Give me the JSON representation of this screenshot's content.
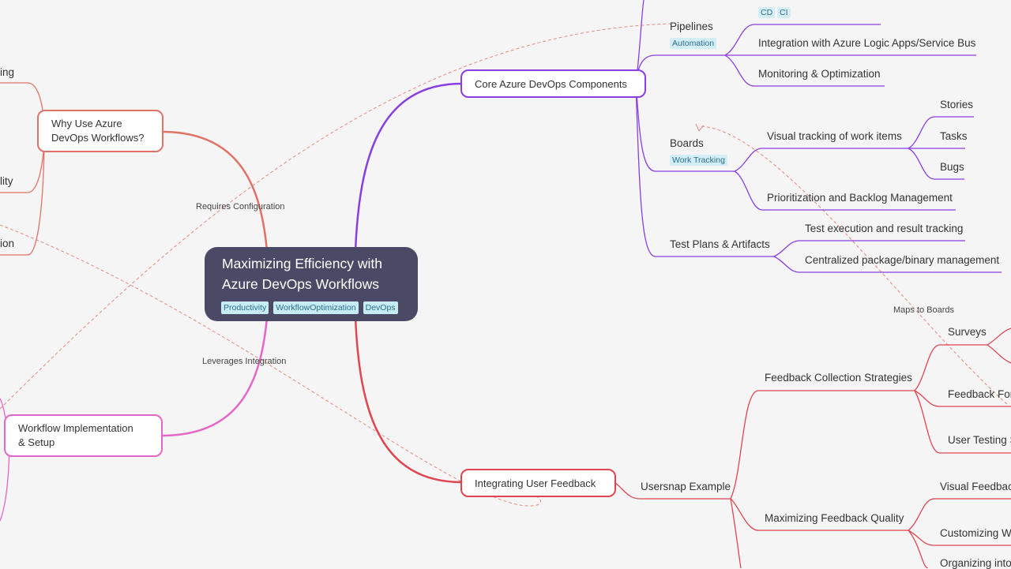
{
  "central": {
    "title_line1": "Maximizing Efficiency with",
    "title_line2": "Azure DevOps Workflows",
    "tags": [
      "Productivity",
      "WorkflowOptimization",
      "DevOps"
    ]
  },
  "branches": {
    "why": {
      "line1": "Why Use Azure",
      "line2": "DevOps Workflows?"
    },
    "core": {
      "label": "Core Azure DevOps Components"
    },
    "feedback": {
      "label": "Integrating User Feedback"
    },
    "workflow": {
      "line1": "Workflow Implementation",
      "line2": "& Setup"
    }
  },
  "left_partials": {
    "a": "ing",
    "b": "lity",
    "c": "ion"
  },
  "relationships": {
    "requires": "Requires Configuration",
    "leverages": "Leverages Integration",
    "maps": "Maps to Boards"
  },
  "core_children": {
    "pipelines": {
      "label": "Pipelines",
      "tag": "Automation",
      "ci_cd_tags": [
        "CD",
        "CI"
      ],
      "items": [
        "Integration with Azure Logic Apps/Service Bus",
        "Monitoring & Optimization"
      ]
    },
    "boards": {
      "label": "Boards",
      "tag": "Work Tracking",
      "visual": "Visual tracking of work items",
      "visual_items": [
        "Stories",
        "Tasks",
        "Bugs"
      ],
      "prioritization": "Prioritization and Backlog Management"
    },
    "testplans": {
      "label": "Test Plans & Artifacts",
      "items": [
        "Test execution and result tracking",
        "Centralized package/binary management"
      ]
    }
  },
  "feedback_children": {
    "usersnap": "Usersnap Example",
    "collection": {
      "label": "Feedback Collection Strategies",
      "items": [
        "Surveys",
        "Feedback For",
        "User Testing S"
      ]
    },
    "quality": {
      "label": "Maximizing Feedback Quality",
      "items": [
        "Visual Feedbac",
        "Customizing W",
        "Organizing into"
      ]
    }
  },
  "colors": {
    "background": "#f5f5f5",
    "central": "#4a4a66",
    "core": "#8b3ee0",
    "feedback": "#e04550",
    "why": "#e07268",
    "workflow": "#e466c8",
    "relationship": "#e88a7e"
  }
}
